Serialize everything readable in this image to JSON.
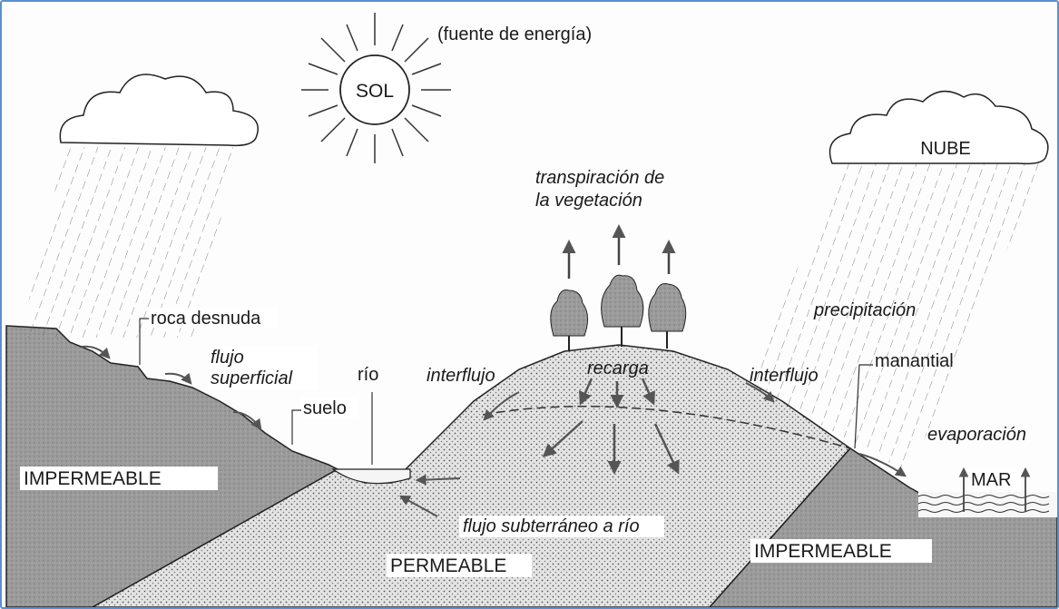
{
  "labels": {
    "energy_source": "(fuente de energía)",
    "sun": "SOL",
    "cloud": "NUBE",
    "transpiration_1": "transpiración de",
    "transpiration_2": "la vegetación",
    "bare_rock": "roca desnuda",
    "surface_flow_1": "flujo",
    "surface_flow_2": "superficial",
    "soil": "suelo",
    "river": "río",
    "interflow_left": "interflujo",
    "recharge": "recarga",
    "interflow_right": "interflujo",
    "precipitation": "precipitación",
    "spring": "manantial",
    "evaporation": "evaporación",
    "sea": "MAR",
    "impermeable_left": "IMPERMEABLE",
    "underground_flow": "flujo subterráneo a río",
    "permeable": "PERMEABLE",
    "impermeable_right": "IMPERMEABLE"
  },
  "colors": {
    "border": "#5b8fd0",
    "ink": "#1a1a1a",
    "rock": "#9a9a9a",
    "permeable": "#cfcfcf"
  }
}
